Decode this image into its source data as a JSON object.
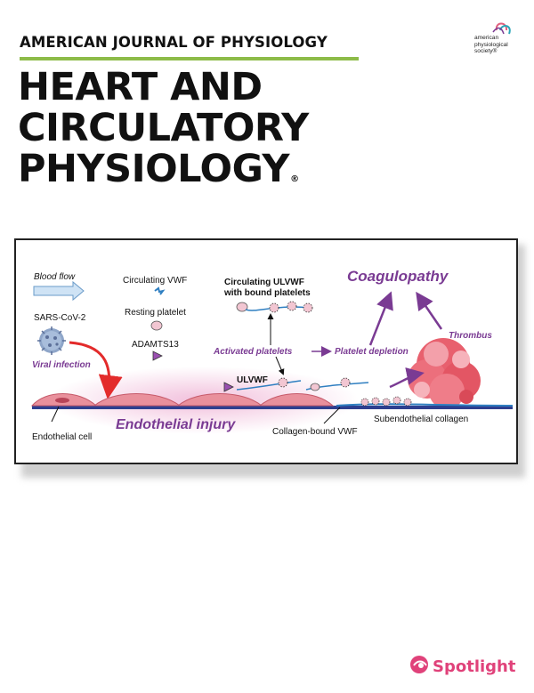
{
  "header": {
    "journal_name": "AMERICAN JOURNAL OF PHYSIOLOGY",
    "title_line1": "HEART AND",
    "title_line2": "CIRCULATORY",
    "title_line3": "PHYSIOLOGY",
    "title_mark": "®"
  },
  "publisher": {
    "line1": "american",
    "line2": "physiological",
    "line3": "society®"
  },
  "figure": {
    "blood_flow": "Blood flow",
    "sars": "SARS-CoV-2",
    "viral_infection": "Viral infection",
    "circulating_vwf": "Circulating VWF",
    "resting_platelet": "Resting platelet",
    "adamts13": "ADAMTS13",
    "circulating_ulvwf_1": "Circulating ULVWF",
    "circulating_ulvwf_2": "with bound platelets",
    "activated_platelets": "Activated platelets",
    "platelet_depletion": "Platelet depletion",
    "coagulopathy": "Coagulopathy",
    "thrombus": "Thrombus",
    "ulvwf": "ULVWF",
    "endothelial_injury": "Endothelial injury",
    "endothelial_cell": "Endothelial cell",
    "collagen_bound_vwf": "Collagen-bound VWF",
    "subendothelial_collagen": "Subendothelial collagen"
  },
  "badge": {
    "label": "Spotlight"
  },
  "colors": {
    "accent_green": "#8dbb48",
    "purple": "#7a3b93",
    "red": "#e32b2b",
    "pink": "#f4a6b4"
  }
}
